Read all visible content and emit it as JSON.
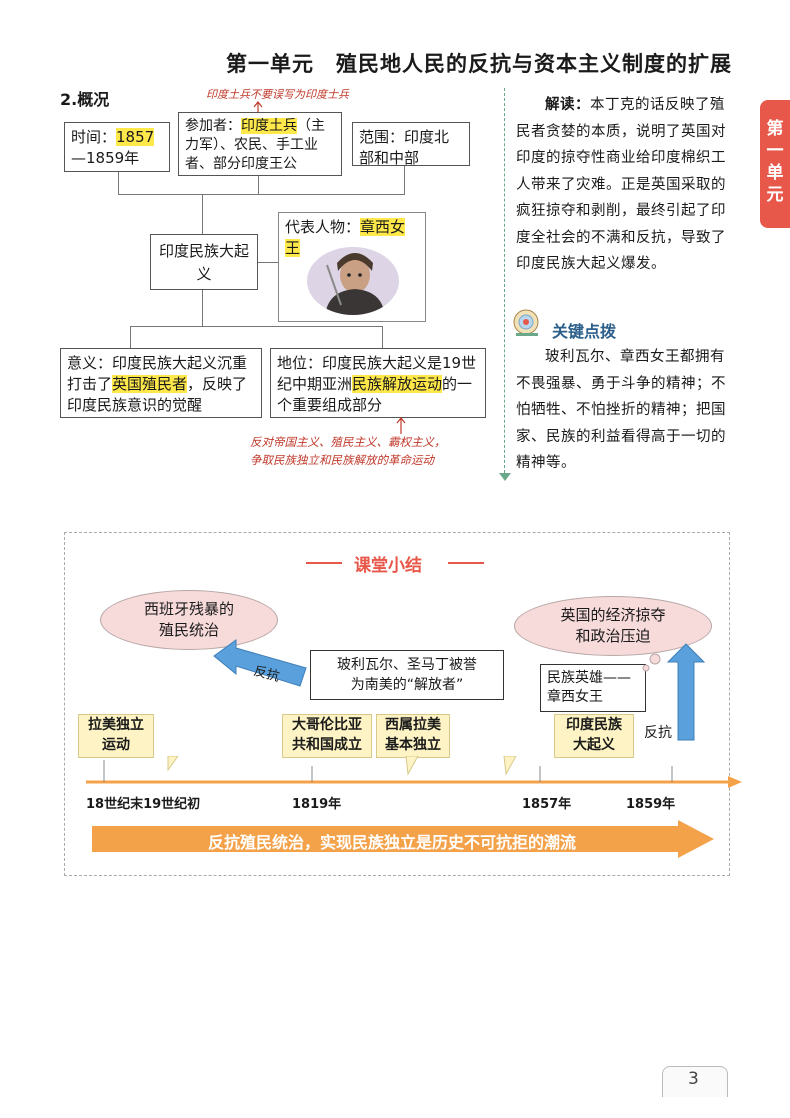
{
  "header": {
    "title": "第一单元　殖民地人民的反抗与资本主义制度的扩展"
  },
  "section": {
    "heading": "2.概况"
  },
  "annotation_top": "印度土兵不要误写为印度士兵",
  "overview": {
    "time_label": "时间：",
    "time_start": "1857",
    "time_end": "—1859年",
    "participants_label": "参加者：",
    "participants_hl": "印度土兵",
    "participants_rest": "（主力军）、农民、手工业者、部分印度王公",
    "scope": "范围：印度北部和中部",
    "center": "印度民族大起义",
    "figure_label": "代表人物：",
    "figure_hl": "章西女王",
    "meaning_pre": "意义：印度民族大起义沉重打击了",
    "meaning_hl": "英国殖民者",
    "meaning_post": "，反映了印度民族意识的觉醒",
    "status_pre": "地位：印度民族大起义是19世纪中期亚洲",
    "status_hl": "民族解放运动",
    "status_post": "的一个重要组成部分"
  },
  "annotation_bottom": [
    "反对帝国主义、殖民主义、霸权主义，",
    "争取民族独立和民族解放的革命运动"
  ],
  "sidebar": {
    "reading_label": "解读：",
    "reading_text": "本丁克的话反映了殖民者贪婪的本质，说明了英国对印度的掠夺性商业给印度棉织工人带来了灾难。正是英国采取的疯狂掠夺和剥削，最终引起了印度全社会的不满和反抗，导致了印度民族大起义爆发。",
    "tip_title": "关键点拨",
    "tip_text": "玻利瓦尔、章西女王都拥有不畏强暴、勇于斗争的精神；不怕牺牲、不怕挫折的精神；把国家、民族的利益看得高于一切的精神等。"
  },
  "side_tab": [
    "第",
    "一",
    "单",
    "元"
  ],
  "summary": {
    "title": "课堂小结",
    "cloud_left": [
      "西班牙残暴的",
      "殖民统治"
    ],
    "cloud_right": [
      "英国的经济掠夺",
      "和政治压迫"
    ],
    "resist_left": "反抗",
    "resist_right": "反抗",
    "liberator": [
      "玻利瓦尔、圣马丁被誉",
      "为南美的“解放者”"
    ],
    "hero": [
      "民族英雄——",
      "章西女王"
    ],
    "events": [
      [
        "拉美独立",
        "运动"
      ],
      [
        "大哥伦比亚",
        "共和国成立"
      ],
      [
        "西属拉美",
        "基本独立"
      ],
      [
        "印度民族",
        "大起义"
      ]
    ],
    "ticks": [
      "18世纪末19世纪初",
      "1819年",
      "1857年",
      "1859年"
    ],
    "banner": "反抗殖民统治，实现民族独立是历史不可抗拒的潮流"
  },
  "page_number": "3",
  "colors": {
    "highlight": "#ffe84a",
    "accent_red": "#e8584a",
    "arrow_blue": "#5aa0dc",
    "timeline_orange": "#f4a24a"
  }
}
